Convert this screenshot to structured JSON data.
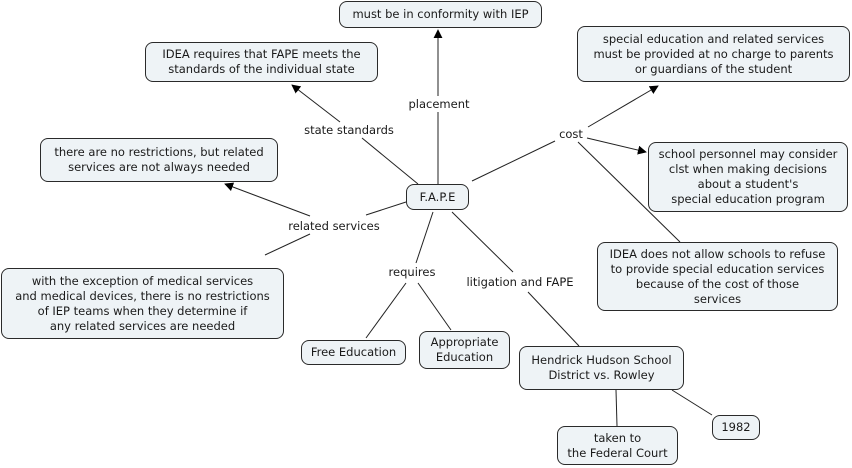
{
  "concept_map": {
    "root": "F.A.P.E",
    "nodes": {
      "fape": "F.A.P.E",
      "iep": "must be in conformity with IEP",
      "state": "IDEA requires that FAPE meets the\nstandards of the individual state",
      "no_charge": "special education and related services\nmust be provided at no charge to parents\nor guardians of the student",
      "no_restrictions": "there are no restrictions, but related\nservices are not always needed",
      "consider_cost": "school personnel may consider\nclst when making decisions\nabout a student's\nspecial education program",
      "medical": "with the exception of medical services\nand medical devices, there is no restrictions\nof IEP teams when they determine if\nany related services are needed",
      "refuse": "IDEA does not allow schools to refuse\nto provide special education services\nbecause of the cost of those\nservices",
      "free": "Free Education",
      "appropriate": "Appropriate\nEducation",
      "rowley": "Hendrick Hudson School\nDistrict vs. Rowley",
      "year": "1982",
      "federal": "taken to\nthe Federal Court"
    },
    "link_labels": {
      "placement": "placement",
      "state_standards": "state standards",
      "cost": "cost",
      "related_services": "related services",
      "requires": "requires",
      "litigation": "litigation and FAPE"
    },
    "colors": {
      "node_fill": "#eef3f6",
      "stroke": "#2a2a2a"
    }
  }
}
